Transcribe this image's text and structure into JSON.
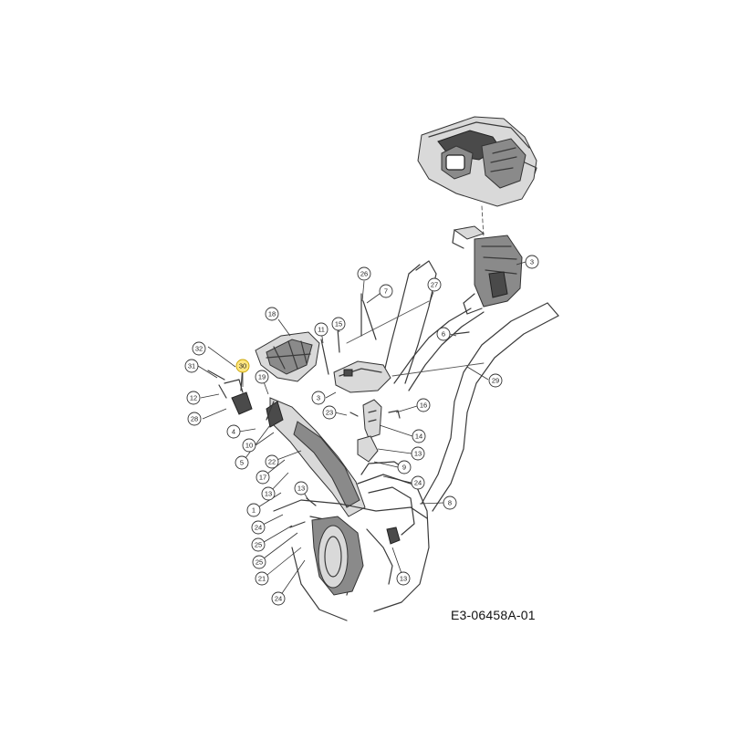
{
  "diagram": {
    "code": "E3-06458A-01",
    "callouts": [
      {
        "id": "c26",
        "label": "26"
      },
      {
        "id": "c7",
        "label": "7"
      },
      {
        "id": "c27",
        "label": "27"
      },
      {
        "id": "c3a",
        "label": "3"
      },
      {
        "id": "c18",
        "label": "18"
      },
      {
        "id": "c11",
        "label": "11"
      },
      {
        "id": "c15",
        "label": "15"
      },
      {
        "id": "c6",
        "label": "6"
      },
      {
        "id": "c32",
        "label": "32"
      },
      {
        "id": "c30",
        "label": "30",
        "highlight": true
      },
      {
        "id": "c31",
        "label": "31"
      },
      {
        "id": "c19",
        "label": "19"
      },
      {
        "id": "c29",
        "label": "29"
      },
      {
        "id": "c3b",
        "label": "3"
      },
      {
        "id": "c12",
        "label": "12"
      },
      {
        "id": "c16",
        "label": "16"
      },
      {
        "id": "c28",
        "label": "28"
      },
      {
        "id": "c23",
        "label": "23"
      },
      {
        "id": "c4",
        "label": "4"
      },
      {
        "id": "c14",
        "label": "14"
      },
      {
        "id": "c10",
        "label": "10"
      },
      {
        "id": "c13a",
        "label": "13"
      },
      {
        "id": "c22",
        "label": "22"
      },
      {
        "id": "c9",
        "label": "9"
      },
      {
        "id": "c5",
        "label": "5"
      },
      {
        "id": "c17",
        "label": "17"
      },
      {
        "id": "c24a",
        "label": "24"
      },
      {
        "id": "c13b",
        "label": "13"
      },
      {
        "id": "c13c",
        "label": "13"
      },
      {
        "id": "c8",
        "label": "8"
      },
      {
        "id": "c1",
        "label": "1"
      },
      {
        "id": "c24b",
        "label": "24"
      },
      {
        "id": "c25a",
        "label": "25"
      },
      {
        "id": "c25b",
        "label": "25"
      },
      {
        "id": "c21",
        "label": "21"
      },
      {
        "id": "c13d",
        "label": "13"
      },
      {
        "id": "c24c",
        "label": "24"
      }
    ]
  }
}
